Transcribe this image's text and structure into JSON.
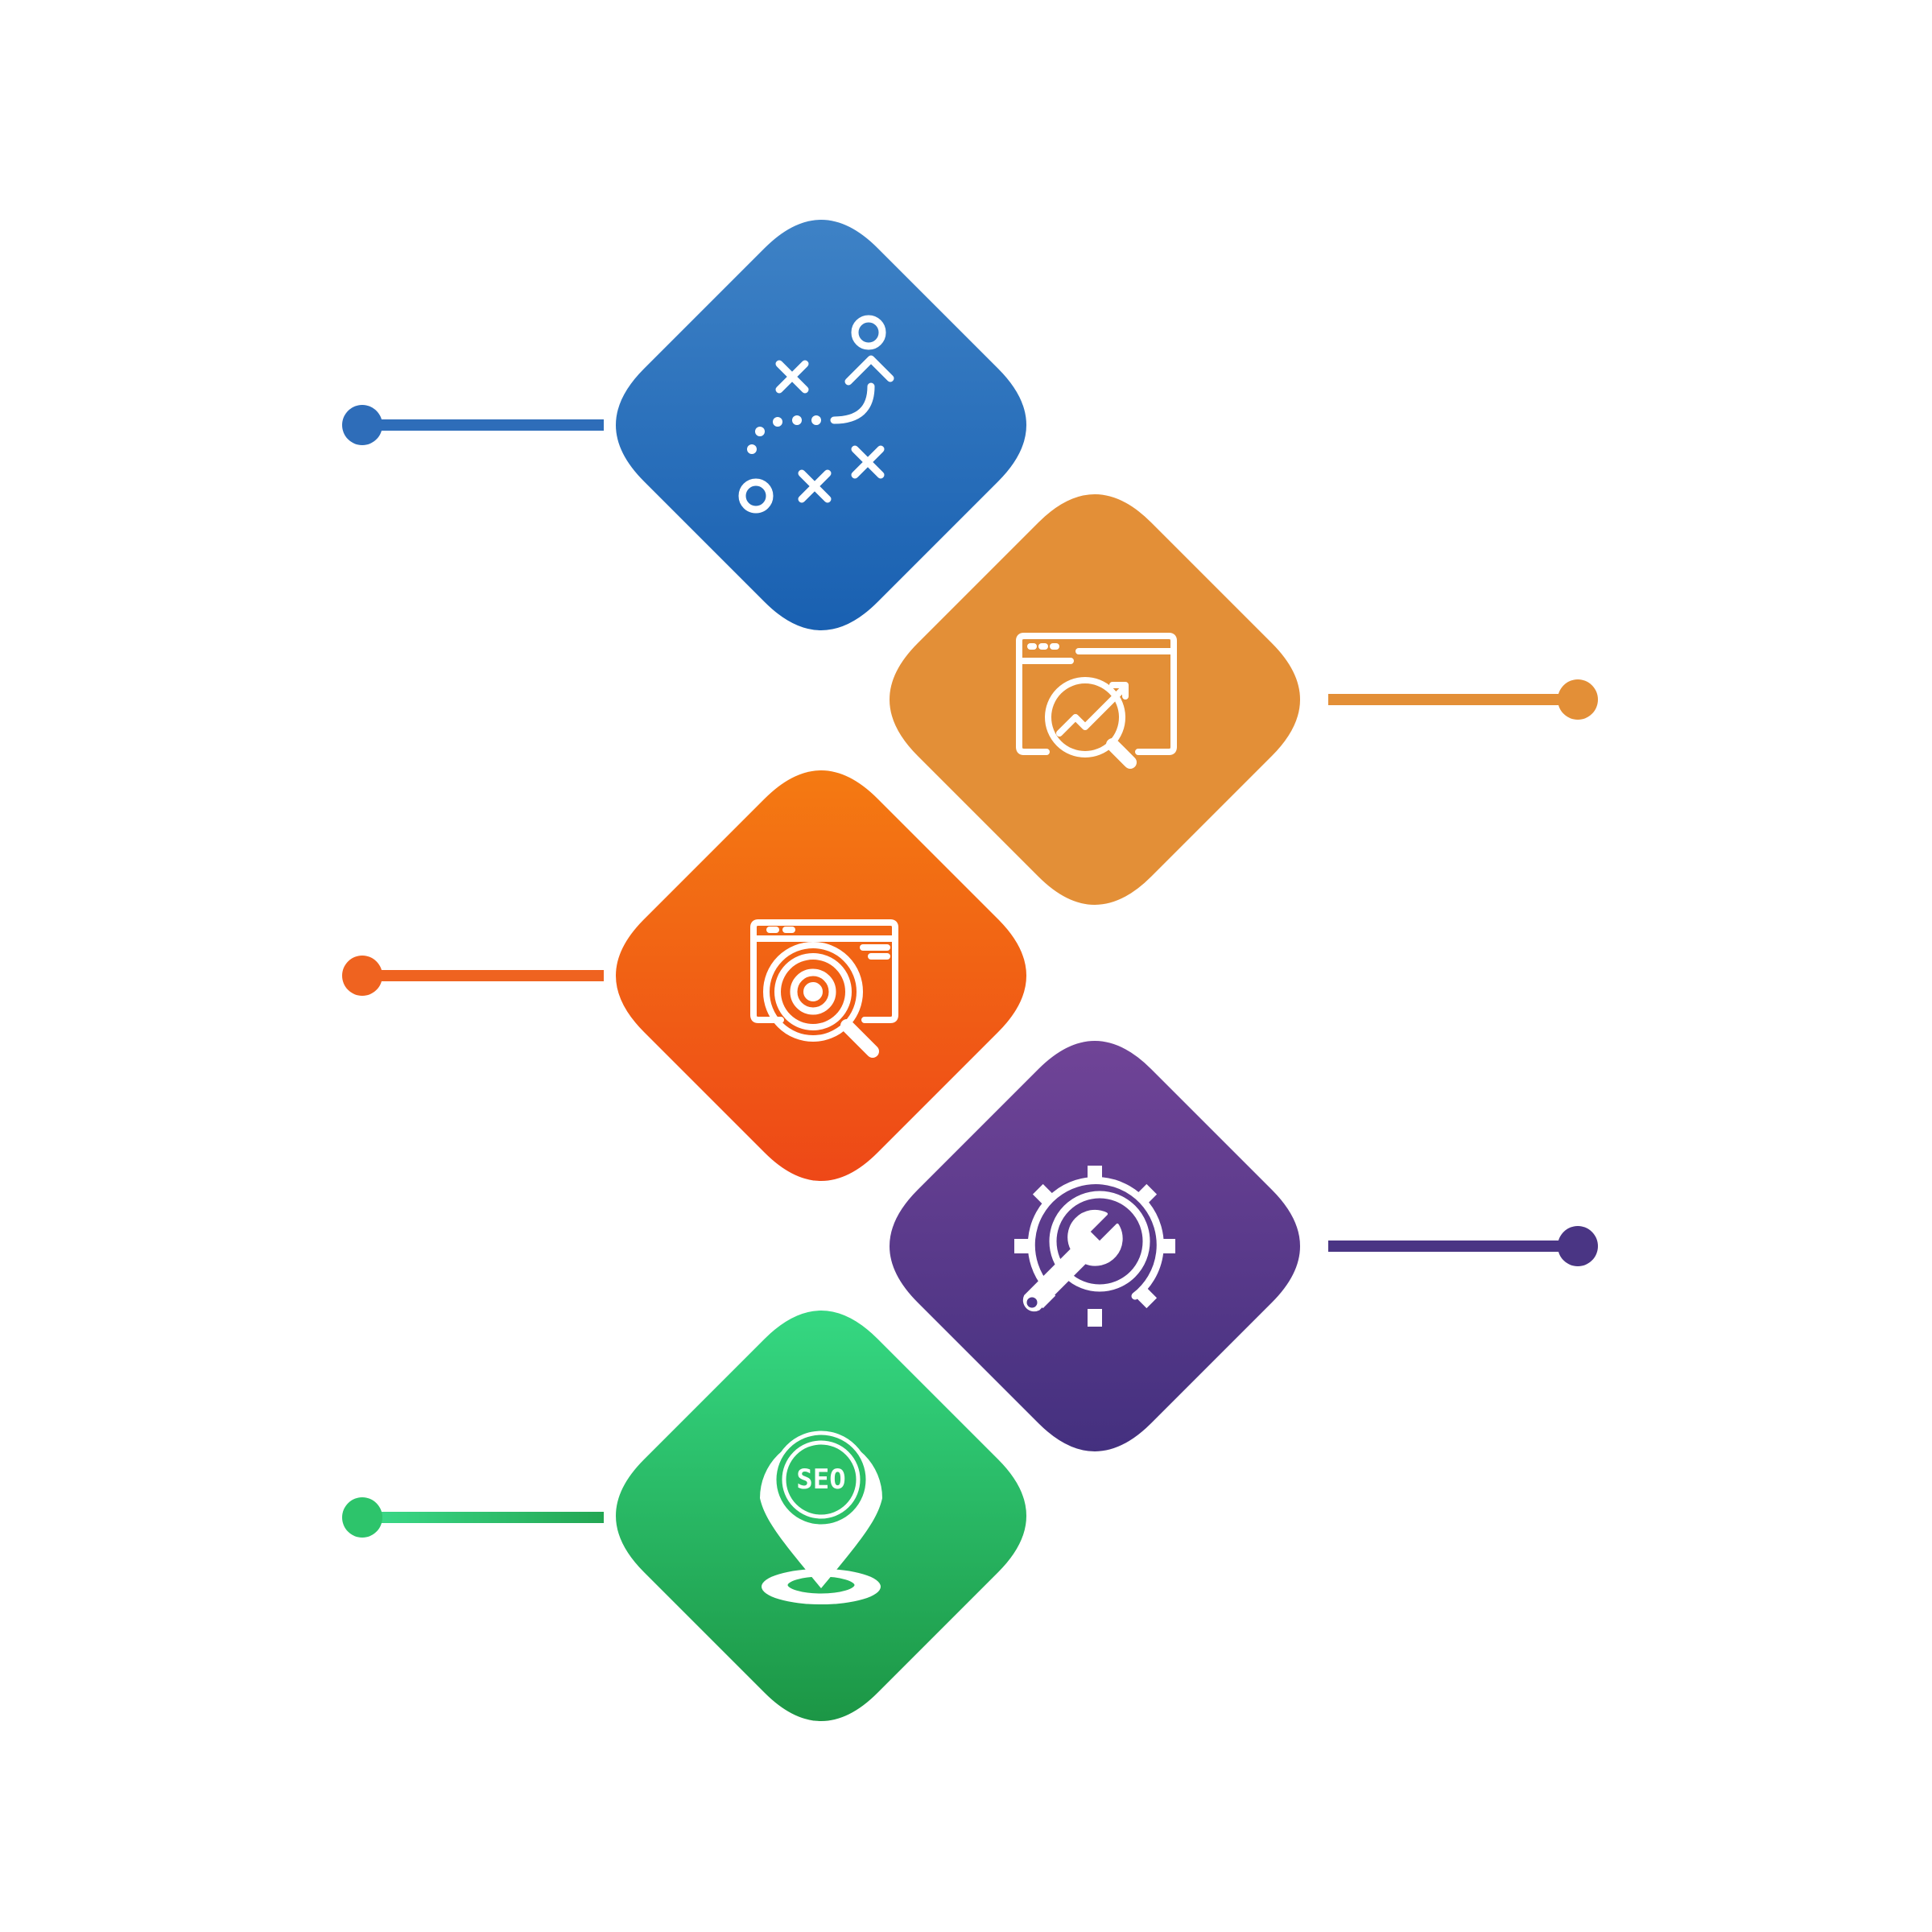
{
  "steps": [
    {
      "id": "strategy",
      "icon": "strategy-play-icon",
      "color_top": "#3E82C6",
      "color_bottom": "#1960B1",
      "dot_color": "#2E6DB9",
      "side": "left"
    },
    {
      "id": "analytics",
      "icon": "web-analytics-search-icon",
      "color_top": "#E38F37",
      "color_bottom": "#E38F37",
      "dot_color": "#E38F37",
      "side": "right"
    },
    {
      "id": "optimization",
      "icon": "web-settings-search-icon",
      "color_top": "#F47A12",
      "color_bottom": "#EE4817",
      "dot_color": "#EF6320",
      "side": "left"
    },
    {
      "id": "maintenance",
      "icon": "gear-wrench-icon",
      "color_top": "#704497",
      "color_bottom": "#44307F",
      "dot_color": "#4A3584",
      "side": "right"
    },
    {
      "id": "local-seo",
      "icon": "seo-location-pin-icon",
      "color_top": "#35D882",
      "color_bottom": "#1C9645",
      "dot_color": "#2DC46B",
      "side": "left"
    }
  ],
  "seo_icon_text": "SEO"
}
